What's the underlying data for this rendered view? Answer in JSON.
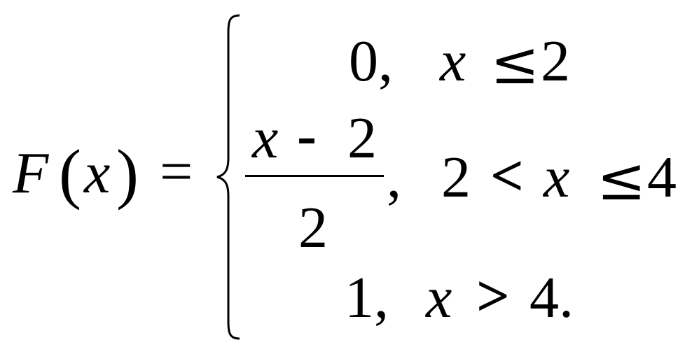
{
  "lhs": {
    "func": "F",
    "open_paren": "(",
    "var": "x",
    "close_paren": ")",
    "equals": "="
  },
  "cases": [
    {
      "value": "0,",
      "cond_var": "x",
      "cond_op": "≤",
      "cond_rhs": "2"
    },
    {
      "num_var": "x",
      "num_op": "-",
      "num_const": "2",
      "den": "2",
      "comma": ",",
      "cond_lhs": "2",
      "cond_op1": "<",
      "cond_var": "x",
      "cond_op2": "≤",
      "cond_rhs": "4"
    },
    {
      "value": "1,",
      "cond_var": "x",
      "cond_op": ">",
      "cond_rhs": "4."
    }
  ]
}
